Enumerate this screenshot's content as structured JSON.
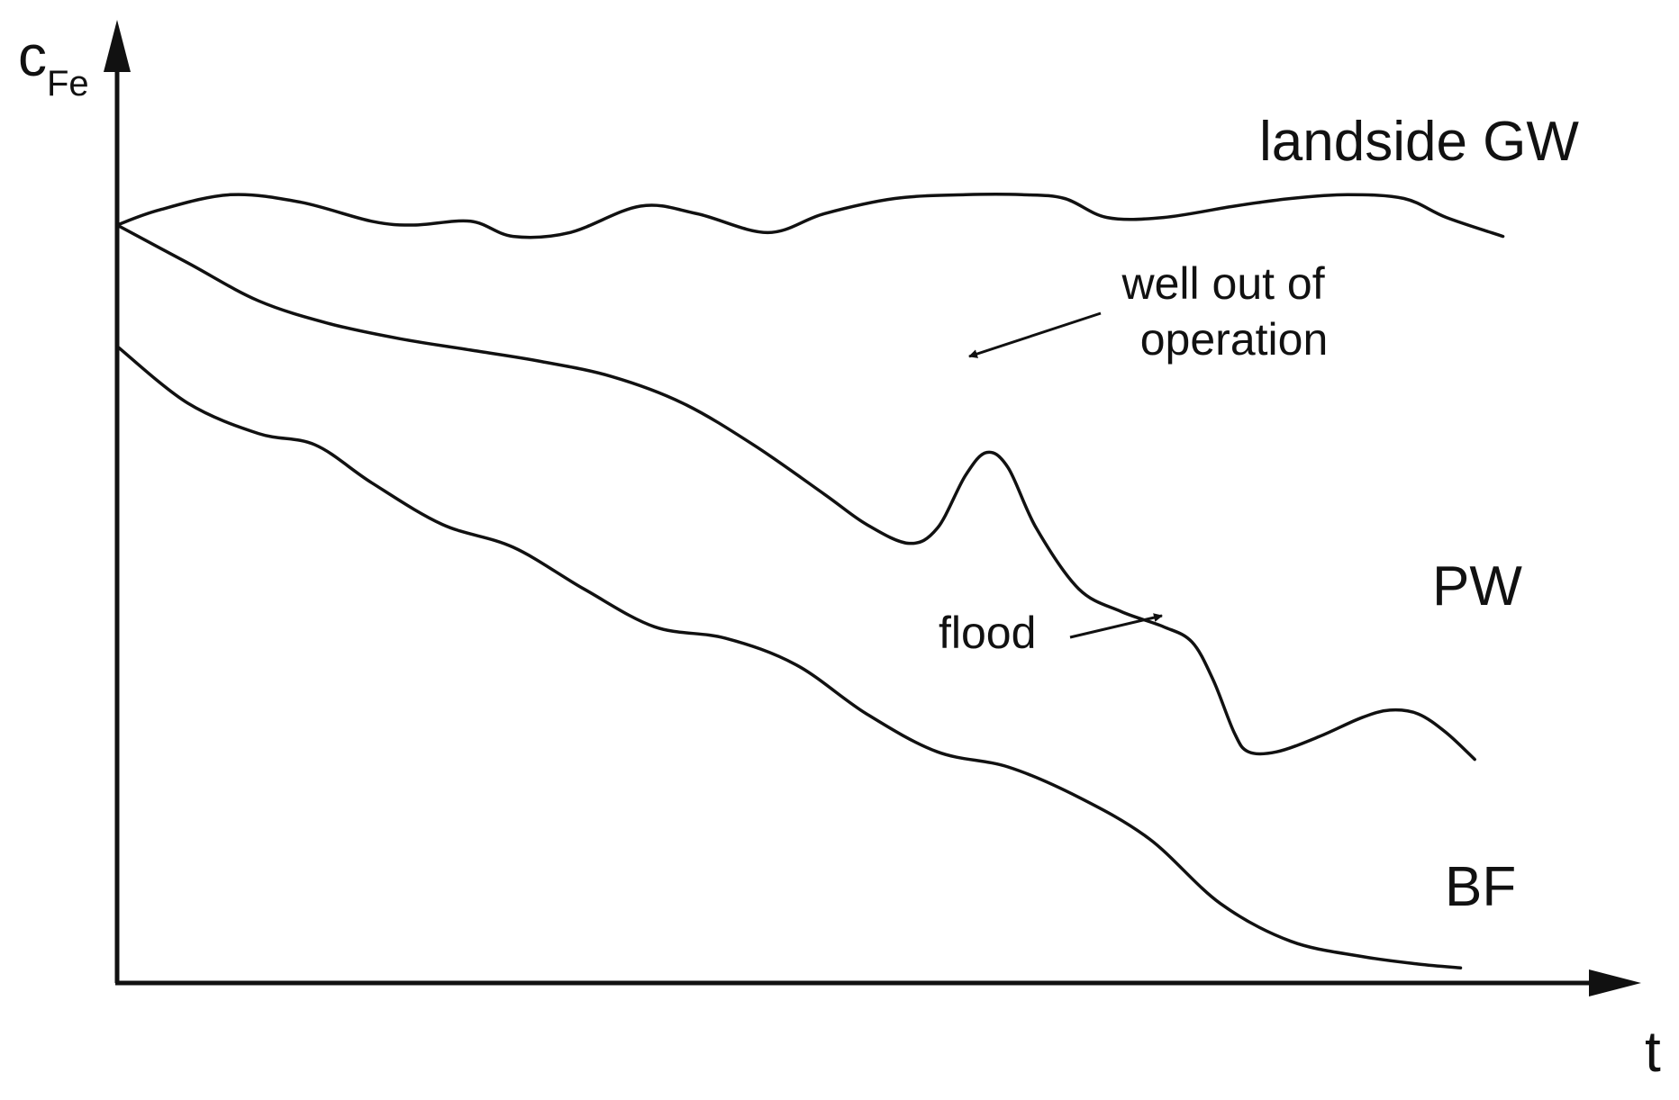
{
  "chart_data": {
    "type": "line",
    "title": "",
    "ylabel": {
      "main": "c",
      "sub": "Fe"
    },
    "xlabel": "t",
    "xlim": [
      0,
      100
    ],
    "ylim": [
      0,
      100
    ],
    "grid": false,
    "legend": "none",
    "series": [
      {
        "name": "landside GW",
        "x": [
          0,
          3,
          8,
          13,
          18,
          21,
          25,
          28,
          32,
          37,
          41,
          46,
          50,
          55,
          60,
          64,
          67,
          70,
          74,
          79,
          83,
          87,
          91,
          94,
          98
        ],
        "y": [
          100,
          102,
          104,
          103,
          100.5,
          100,
          100.5,
          98.5,
          99,
          102.5,
          101.5,
          99,
          101.5,
          103.5,
          104,
          104,
          103.5,
          101,
          101,
          102.5,
          103.5,
          104,
          103.5,
          101,
          98.5
        ]
      },
      {
        "name": "PW",
        "x": [
          0,
          5,
          10,
          15,
          20,
          25,
          30,
          35,
          40,
          45,
          50,
          53,
          56,
          58,
          60,
          61.5,
          63,
          65,
          68,
          71,
          74,
          76,
          77.5,
          79,
          80,
          82,
          85,
          88,
          90,
          92,
          94,
          96
        ],
        "y": [
          100,
          95,
          90,
          87,
          85,
          83.5,
          82,
          80,
          76.5,
          71,
          64.5,
          60.5,
          58,
          60,
          67,
          70,
          68,
          60,
          52,
          49,
          47,
          45,
          40,
          33,
          30.5,
          30.5,
          32.5,
          35,
          36,
          35.5,
          33,
          29.5
        ]
      },
      {
        "name": "BF",
        "x": [
          0,
          5,
          10,
          14,
          18,
          23,
          28,
          33,
          38,
          43,
          48,
          53,
          58,
          63,
          68,
          73,
          78,
          83,
          88,
          92,
          95
        ],
        "y": [
          84,
          76.5,
          72.5,
          71,
          66,
          60.5,
          57.5,
          52,
          47,
          45.5,
          42,
          35.5,
          30.5,
          28.5,
          24.5,
          19,
          10.5,
          5.5,
          3.5,
          2.5,
          2
        ]
      }
    ],
    "annotations": [
      {
        "text_lines": [
          "well out of",
          "operation"
        ],
        "series": "PW",
        "x": 61.5,
        "y": 70
      },
      {
        "text_lines": [
          "flood"
        ],
        "series": "PW",
        "x": 80.5,
        "y": 31
      }
    ]
  }
}
